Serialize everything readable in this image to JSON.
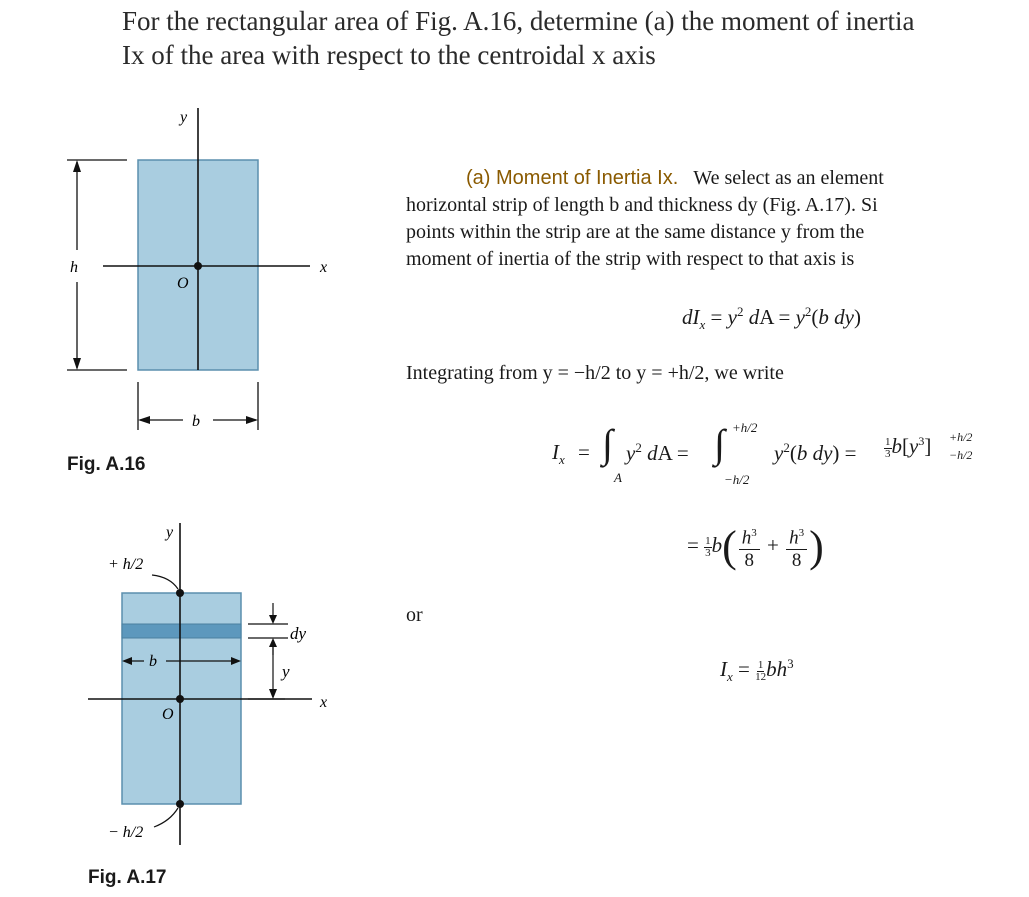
{
  "problem": {
    "line1": "For the rectangular area of Fig. A.16, determine (a) the moment of inertia",
    "line2": "Ix of the area with respect to the centroidal x axis"
  },
  "fig16": {
    "caption": "Fig. A.16",
    "label_y": "y",
    "label_x": "x",
    "label_o": "O",
    "label_h": "h",
    "label_b": "b"
  },
  "fig17": {
    "caption": "Fig. A.17",
    "label_y": "y",
    "label_x": "x",
    "label_o": "O",
    "label_top": "+ h/2",
    "label_bottom": "− h/2",
    "label_dy": "dy",
    "label_yy": "y",
    "label_b": "b"
  },
  "solution": {
    "heading": "(a) Moment of Inertia Ix.",
    "intro_rest": "We select as an element",
    "line2": "horizontal strip of length b and thickness dy (Fig. A.17). Si",
    "line3": "points within the strip are at the same distance y from the",
    "line4": "moment of inertia of the strip with respect to that axis is",
    "integrating": "Integrating from y = −h/2 to y = +h/2, we write",
    "or": "or"
  },
  "colors": {
    "area_fill": "#a9cde0",
    "area_stroke": "#5b8fae",
    "strip_fill": "#5d98bd",
    "heading": "#8a5a00"
  }
}
